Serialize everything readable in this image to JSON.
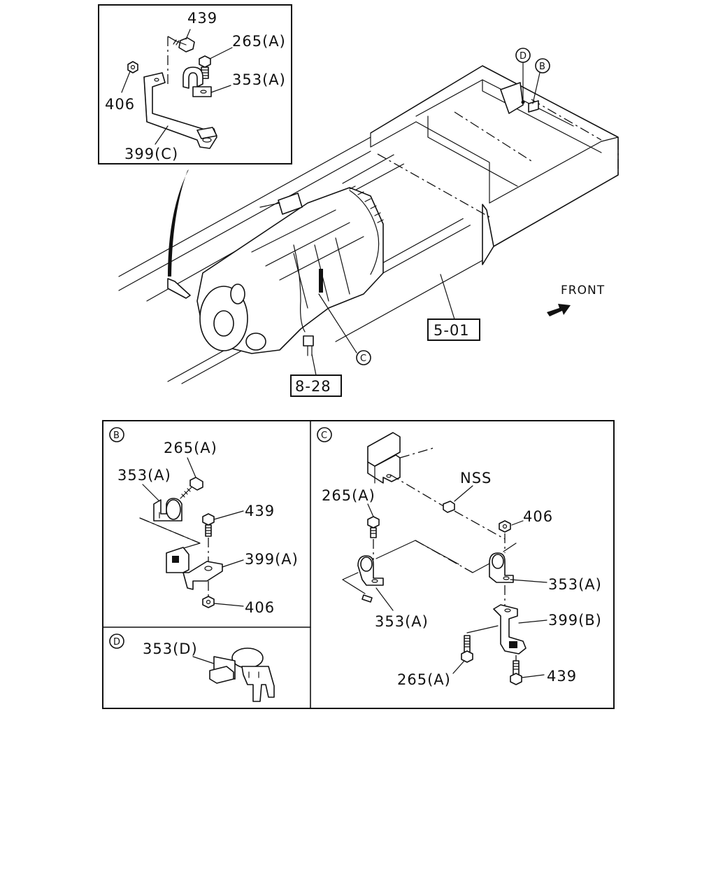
{
  "direction": {
    "front": "FRONT"
  },
  "refs": {
    "frame": "5-01",
    "sensor": "8-28"
  },
  "callouts": {
    "b": "B",
    "c": "C",
    "d": "D"
  },
  "inset_top": {
    "p439": "439",
    "p265": "265(A)",
    "p353": "353(A)",
    "p406": "406",
    "p399": "399(C)"
  },
  "panel_b": {
    "p265": "265(A)",
    "p353": "353(A)",
    "p439": "439",
    "p399": "399(A)",
    "p406": "406"
  },
  "panel_c": {
    "nss": "NSS",
    "p265_top": "265(A)",
    "p406": "406",
    "p353_right": "353(A)",
    "p353_left": "353(A)",
    "p399": "399(B)",
    "p265_bottom": "265(A)",
    "p439": "439"
  },
  "panel_d": {
    "p353": "353(D)"
  }
}
